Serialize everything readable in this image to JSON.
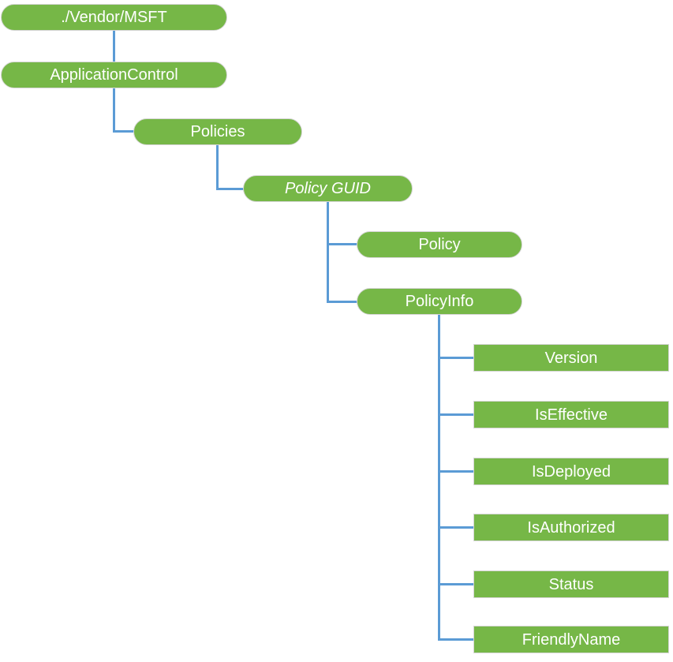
{
  "diagram": {
    "nodes": {
      "root": {
        "label": "./Vendor/MSFT"
      },
      "application_control": {
        "label": "ApplicationControl"
      },
      "policies": {
        "label": "Policies"
      },
      "policy_guid": {
        "label": "Policy GUID"
      },
      "policy": {
        "label": "Policy"
      },
      "policy_info": {
        "label": "PolicyInfo"
      }
    },
    "leaves": [
      {
        "label": "Version"
      },
      {
        "label": "IsEffective"
      },
      {
        "label": "IsDeployed"
      },
      {
        "label": "IsAuthorized"
      },
      {
        "label": "Status"
      },
      {
        "label": "FriendlyName"
      }
    ],
    "colors": {
      "node_fill": "#76B747",
      "node_border": "#D5D5D5",
      "connector": "#5B9BD5",
      "text": "#FFFFFF",
      "background": "#FFFFFF"
    }
  }
}
